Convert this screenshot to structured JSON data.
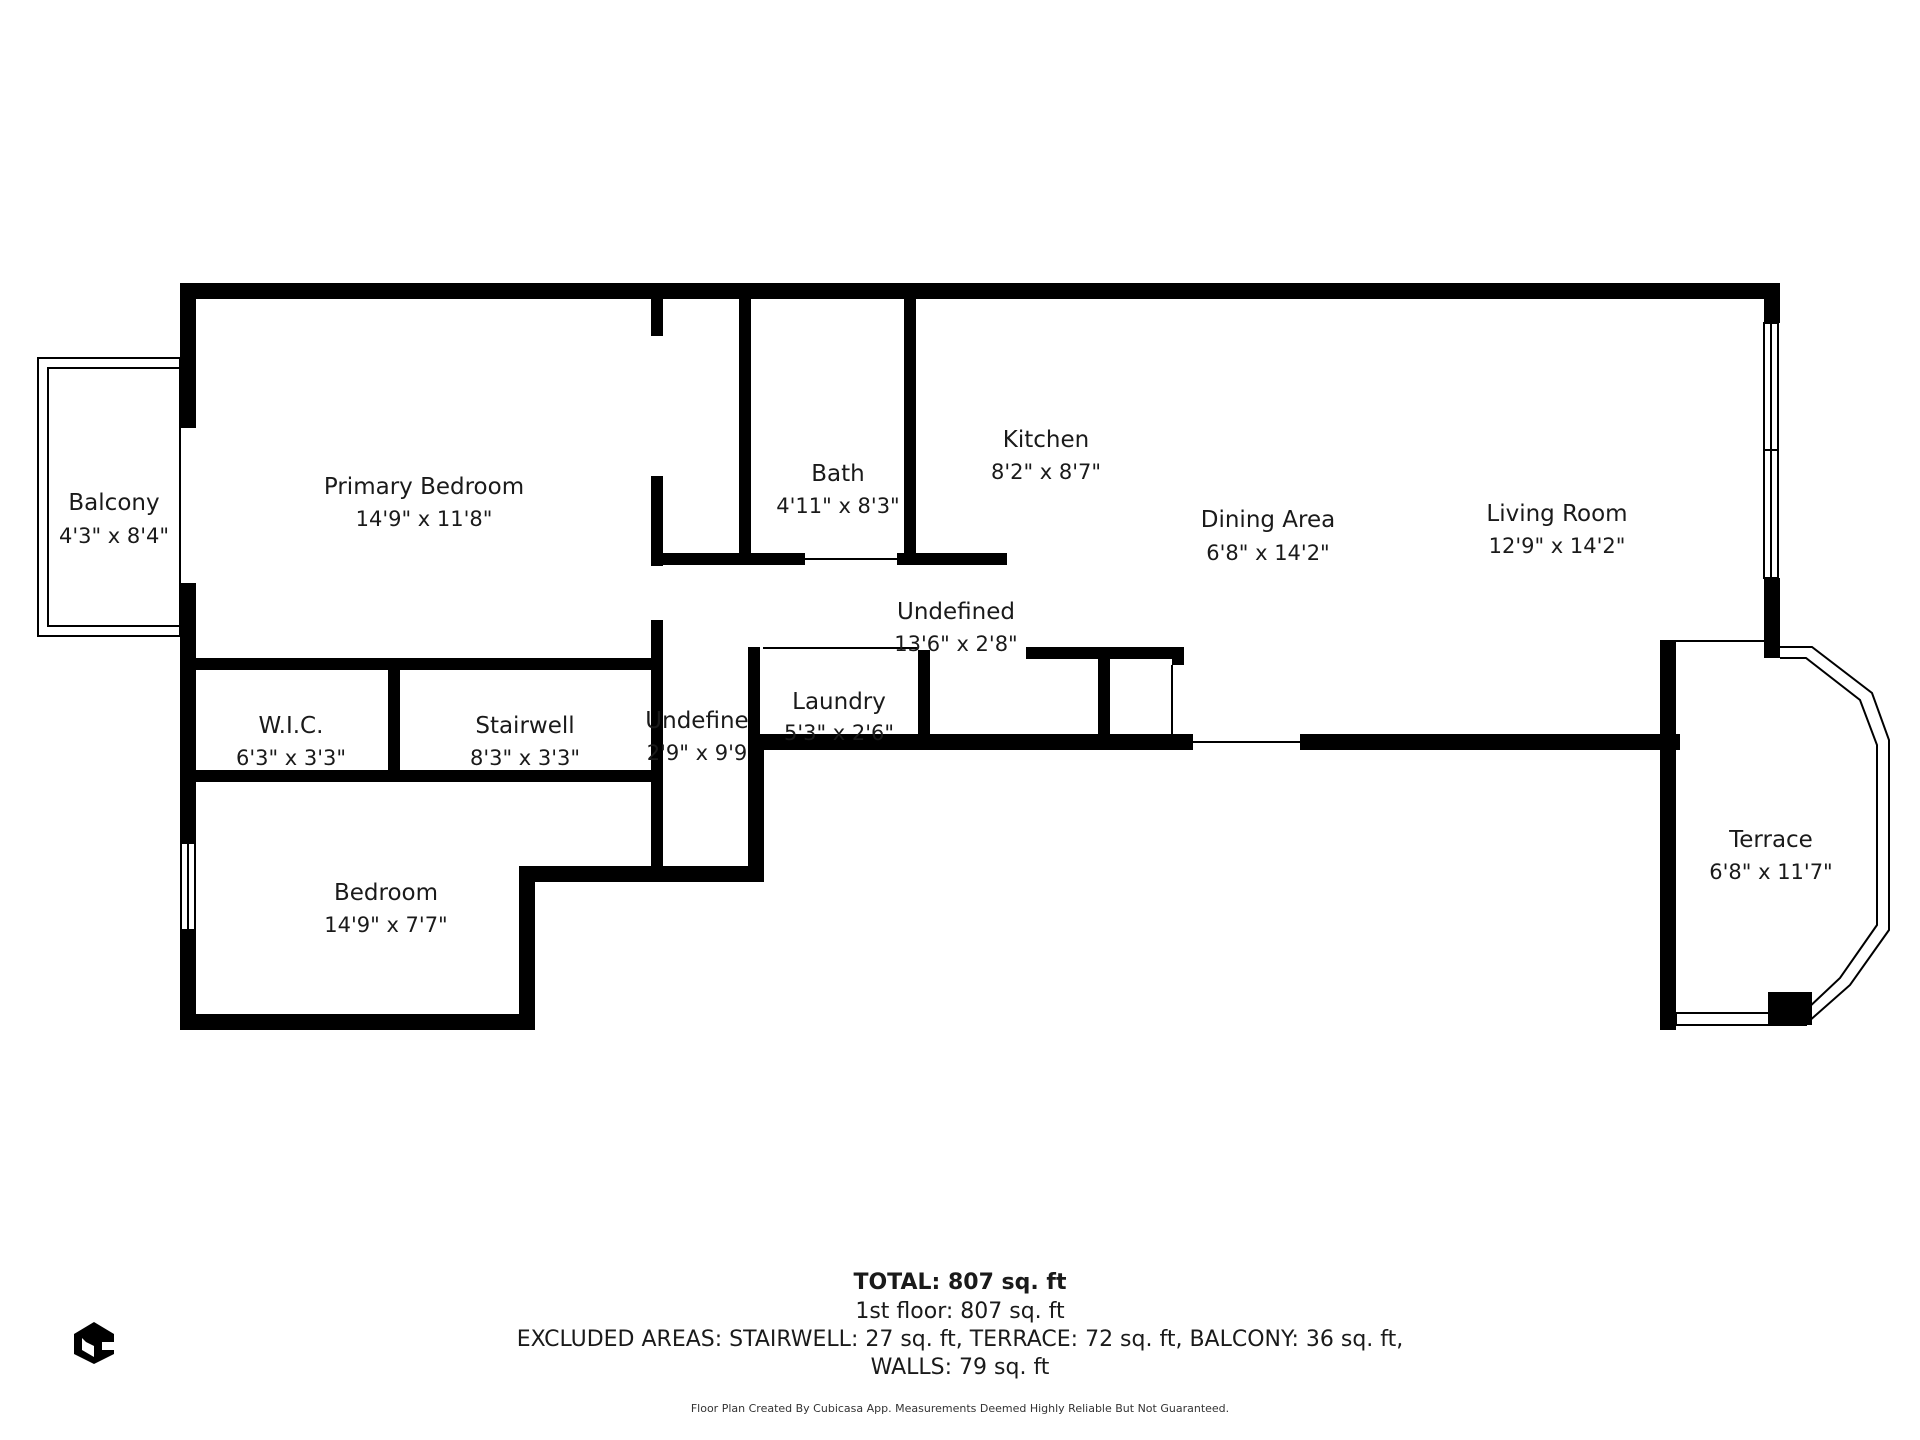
{
  "rooms": {
    "balcony": {
      "name": "Balcony",
      "dim": "4'3\" x 8'4\""
    },
    "primary": {
      "name": "Primary Bedroom",
      "dim": "14'9\" x 11'8\""
    },
    "bath": {
      "name": "Bath",
      "dim": "4'11\" x 8'3\""
    },
    "kitchen": {
      "name": "Kitchen",
      "dim": "8'2\" x 8'7\""
    },
    "dining": {
      "name": "Dining Area",
      "dim": "6'8\" x 14'2\""
    },
    "living": {
      "name": "Living Room",
      "dim": "12'9\" x 14'2\""
    },
    "hall": {
      "name": "Undefined",
      "dim": "13'6\" x 2'8\""
    },
    "wic": {
      "name": "W.I.C.",
      "dim": "6'3\" x 3'3\""
    },
    "stairwell": {
      "name": "Stairwell",
      "dim": "8'3\" x 3'3\""
    },
    "undef2": {
      "name": "Undefine",
      "dim": "2'9\" x 9'9"
    },
    "laundry": {
      "name": "Laundry",
      "dim": "5'3\" x 2'6\""
    },
    "bedroom": {
      "name": "Bedroom",
      "dim": "14'9\" x 7'7\""
    },
    "terrace": {
      "name": "Terrace",
      "dim": "6'8\" x 11'7\""
    }
  },
  "summary": {
    "total": "TOTAL: 807 sq. ft",
    "floor": "1st floor: 807 sq. ft",
    "excluded": "EXCLUDED AREAS: STAIRWELL: 27 sq. ft, TERRACE: 72 sq. ft, BALCONY: 36 sq. ft,",
    "walls": "WALLS: 79 sq. ft",
    "disclaimer": "Floor Plan Created By Cubicasa App. Measurements Deemed Highly Reliable But Not Guaranteed."
  },
  "logo_icon": "cubicasa-logo-icon",
  "colors": {
    "wall": "#000000",
    "background": "#ffffff"
  }
}
